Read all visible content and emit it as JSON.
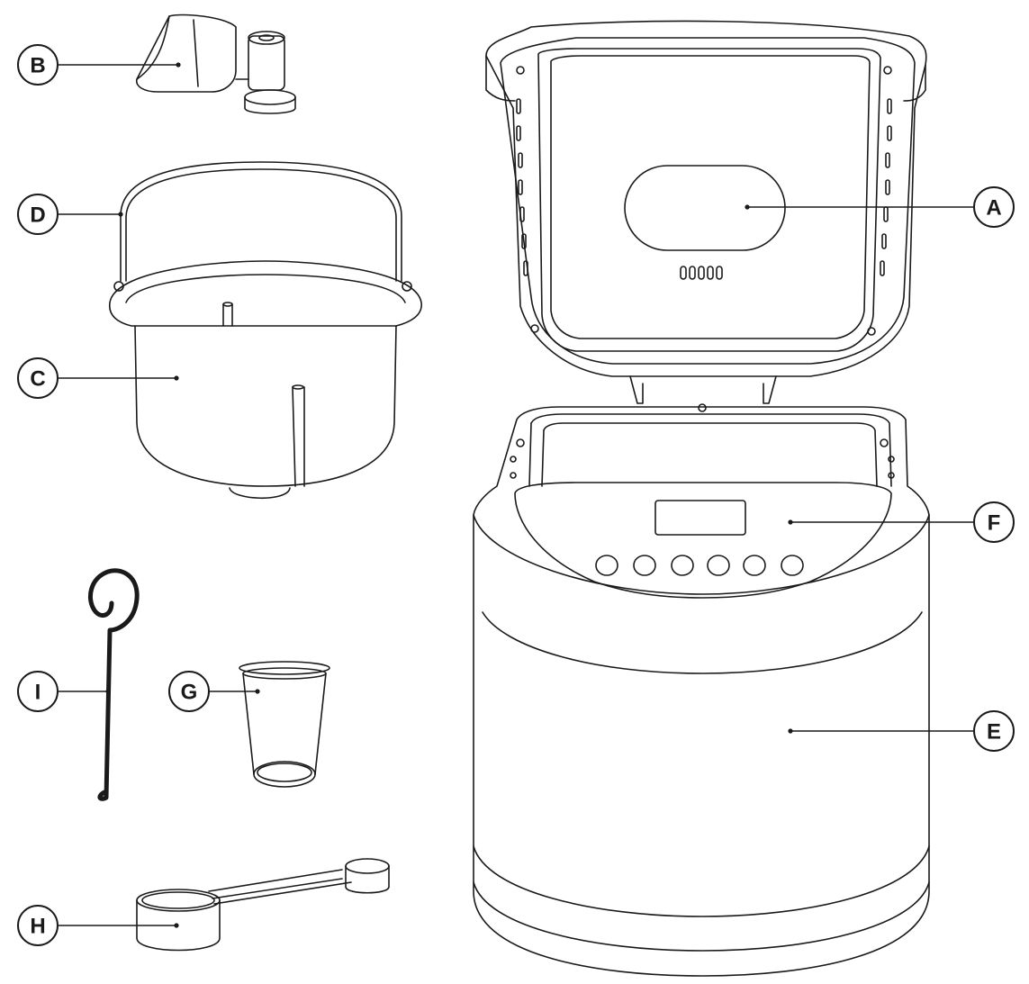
{
  "callouts": {
    "a": "A",
    "b": "B",
    "c": "C",
    "d": "D",
    "e": "E",
    "f": "F",
    "g": "G",
    "h": "H",
    "i": "I"
  },
  "parts": {
    "a": "lid-window",
    "b": "kneading-paddle",
    "c": "bread-pan",
    "d": "pan-handle",
    "e": "housing",
    "f": "control-panel",
    "g": "measuring-cup",
    "h": "measuring-spoon",
    "i": "paddle-hook"
  },
  "colors": {
    "line": "#1a1a1a",
    "background": "#ffffff"
  }
}
